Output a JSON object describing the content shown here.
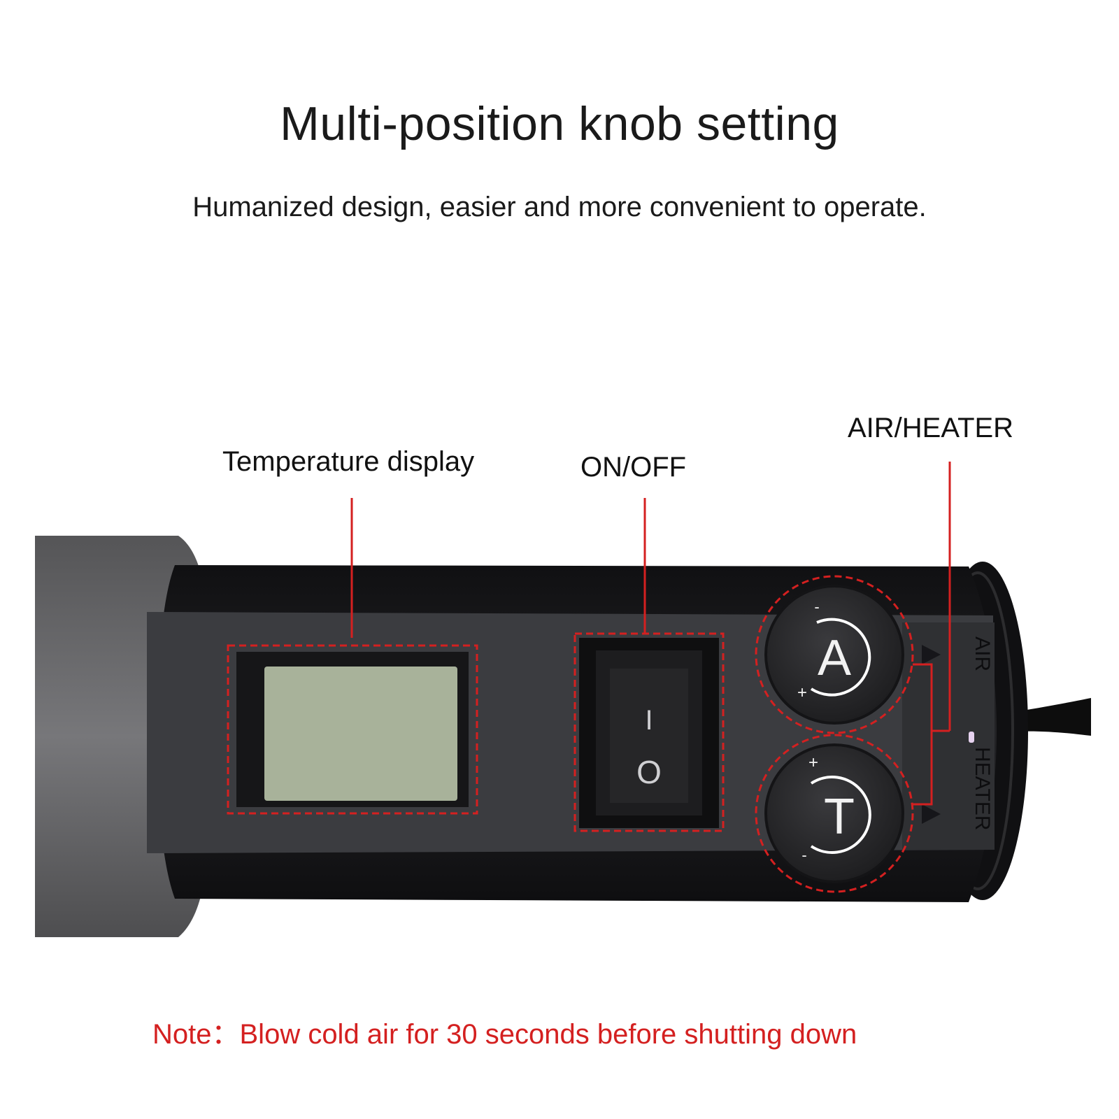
{
  "heading": {
    "title": "Multi-position knob setting",
    "subtitle": "Humanized design, easier and more convenient to operate."
  },
  "callouts": {
    "temperature_display": "Temperature display",
    "on_off": "ON/OFF",
    "air_heater": "AIR/HEATER"
  },
  "switch": {
    "on_symbol": "I",
    "off_symbol": "O"
  },
  "knobs": {
    "air": {
      "letter": "A",
      "minus": "-",
      "plus": "+"
    },
    "heater": {
      "letter": "T",
      "minus": "-",
      "plus": "+"
    }
  },
  "side_labels": {
    "air": "AIR",
    "heater": "HEATER"
  },
  "note": {
    "prefix": "Note：",
    "text": "Blow cold air for 30 seconds before shutting down"
  },
  "colors": {
    "accent_red": "#d42020",
    "body_black": "#1b1b1d",
    "panel_grey": "#3b3c40",
    "grip_grey": "#6a6a6c",
    "lcd_green": "#a8b29a"
  }
}
